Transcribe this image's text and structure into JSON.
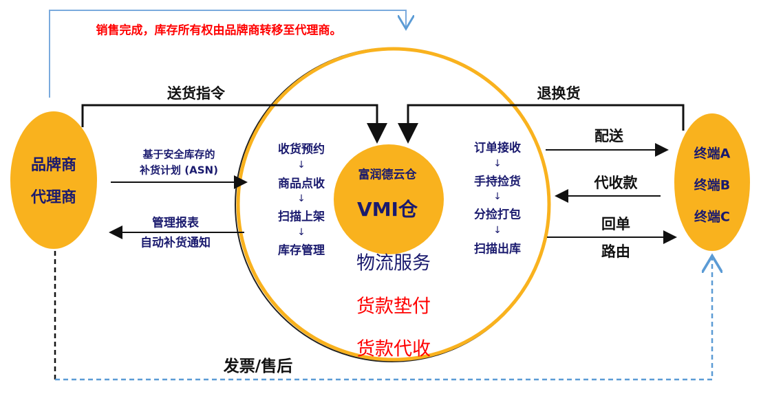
{
  "title_note": "销售完成，库存所有权由品牌商转移至代理商。",
  "left_node": {
    "line1": "品牌商",
    "line2": "代理商"
  },
  "right_node": {
    "line1": "终端A",
    "line2": "终端B",
    "line3": "终端C"
  },
  "center": {
    "name": "富润德云仓",
    "label": "VMI仓"
  },
  "inbound_steps": [
    "收货预约",
    "商品点收",
    "扫描上架",
    "库存管理"
  ],
  "outbound_steps": [
    "订单接收",
    "手持捡货",
    "分捡打包",
    "扫描出库"
  ],
  "step_arrow": "↓",
  "services": [
    "物流服务",
    "货款垫付",
    "货款代收"
  ],
  "flows": {
    "delivery_instruction": "送货指令",
    "returns": "退换货",
    "replenish_line1": "基于安全库存的",
    "replenish_line2": "补货计划 (ASN)",
    "report_line1": "管理报表",
    "report_line2": "自动补货通知",
    "ship": "配送",
    "collect": "代收款",
    "receipt": "回单",
    "route": "路由",
    "invoice": "发票/售后"
  },
  "colors": {
    "orange": "#F9B21E",
    "navy": "#1a1a6e",
    "red": "#ff0000",
    "blue_line": "#5b9bd5"
  }
}
